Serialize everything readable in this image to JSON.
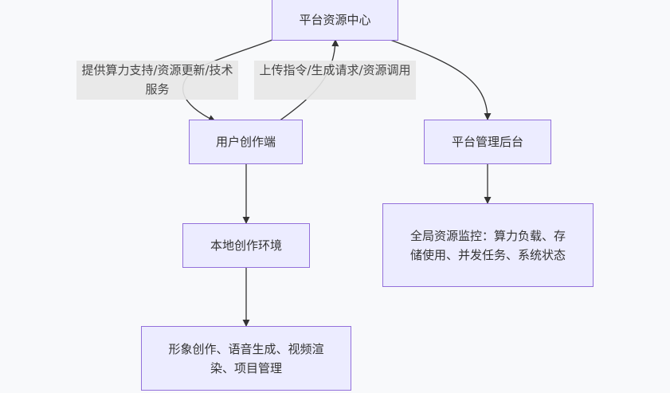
{
  "diagram": {
    "type": "flowchart",
    "nodes": {
      "platform_center": "平台资源中心",
      "user_client": "用户创作端",
      "admin_backend": "平台管理后台",
      "local_env": "本地创作环境",
      "features": "形象创作、语音生成、视频渲染、项目管理",
      "monitoring": "全局资源监控：算力负载、存储使用、并发任务、系统状态"
    },
    "edges": [
      {
        "from": "platform_center",
        "to": "user_client",
        "label": "提供算力支持/资源更新/技术服务"
      },
      {
        "from": "user_client",
        "to": "platform_center",
        "label": "上传指令/生成请求/资源调用"
      },
      {
        "from": "platform_center",
        "to": "admin_backend",
        "label": ""
      },
      {
        "from": "user_client",
        "to": "local_env",
        "label": ""
      },
      {
        "from": "local_env",
        "to": "features",
        "label": ""
      },
      {
        "from": "admin_backend",
        "to": "monitoring",
        "label": ""
      }
    ],
    "colors": {
      "node_fill": "#ececff",
      "node_border": "#9370db",
      "edge": "#333333",
      "label_bg": "#e8e8e8",
      "background": "#f8f9fb"
    }
  }
}
